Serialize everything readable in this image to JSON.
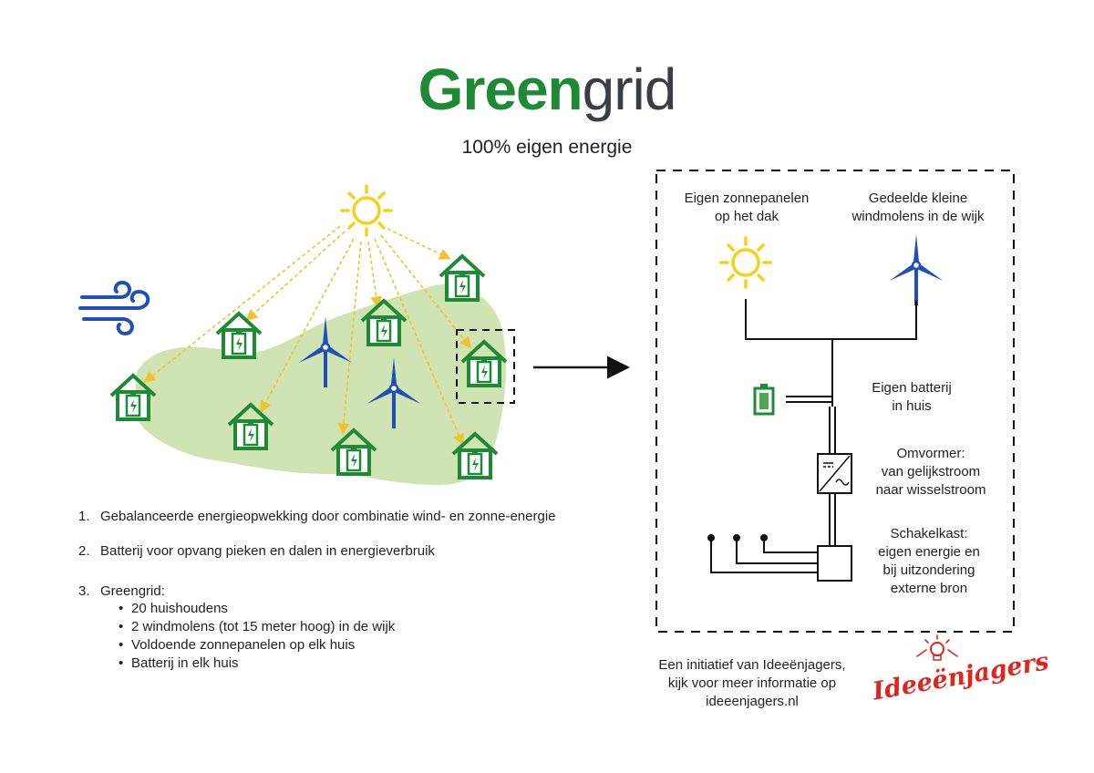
{
  "header": {
    "title_bold": "Green",
    "title_light": "grid",
    "subtitle": "100% eigen energie"
  },
  "scheme": {
    "solar_label_1": "Eigen zonnepanelen",
    "solar_label_2": "op het dak",
    "wind_label_1": "Gedeelde kleine",
    "wind_label_2": "windmolens in de wijk",
    "battery_label_1": "Eigen batterij",
    "battery_label_2": "in huis",
    "inverter_label_1": "Omvormer:",
    "inverter_label_2": "van gelijkstroom",
    "inverter_label_3": "naar wisselstroom",
    "switch_label_1": "Schakelkast:",
    "switch_label_2": "eigen energie en",
    "switch_label_3": "bij uitzondering",
    "switch_label_4": "externe bron"
  },
  "points": {
    "p1_num": "1.",
    "p1_text": "Gebalanceerde energieopwekking door combinatie wind- en zonne-energie",
    "p2_num": "2.",
    "p2_text": "Batterij voor opvang pieken en dalen in energieverbruik",
    "p3_num": "3.",
    "p3_text": "Greengrid:",
    "bullets": [
      "20 huishoudens",
      "2 windmolens (tot 15 meter hoog) in de wijk",
      "Voldoende zonnepanelen op elk huis",
      "Batterij in elk huis"
    ]
  },
  "footer": {
    "line1": "Een initiatief van Ideeënjagers,",
    "line2": "kijk voor meer informatie op",
    "line3": "ideeenjagers.nl",
    "logo_text": "Ideeënjagers"
  },
  "colors": {
    "green": "#1f8a36",
    "light_green": "#cfe3b3",
    "sun": "#f3d21b",
    "arrow": "#f2c12e",
    "wind": "#1f4fb8",
    "logo_red": "#e0251b"
  }
}
